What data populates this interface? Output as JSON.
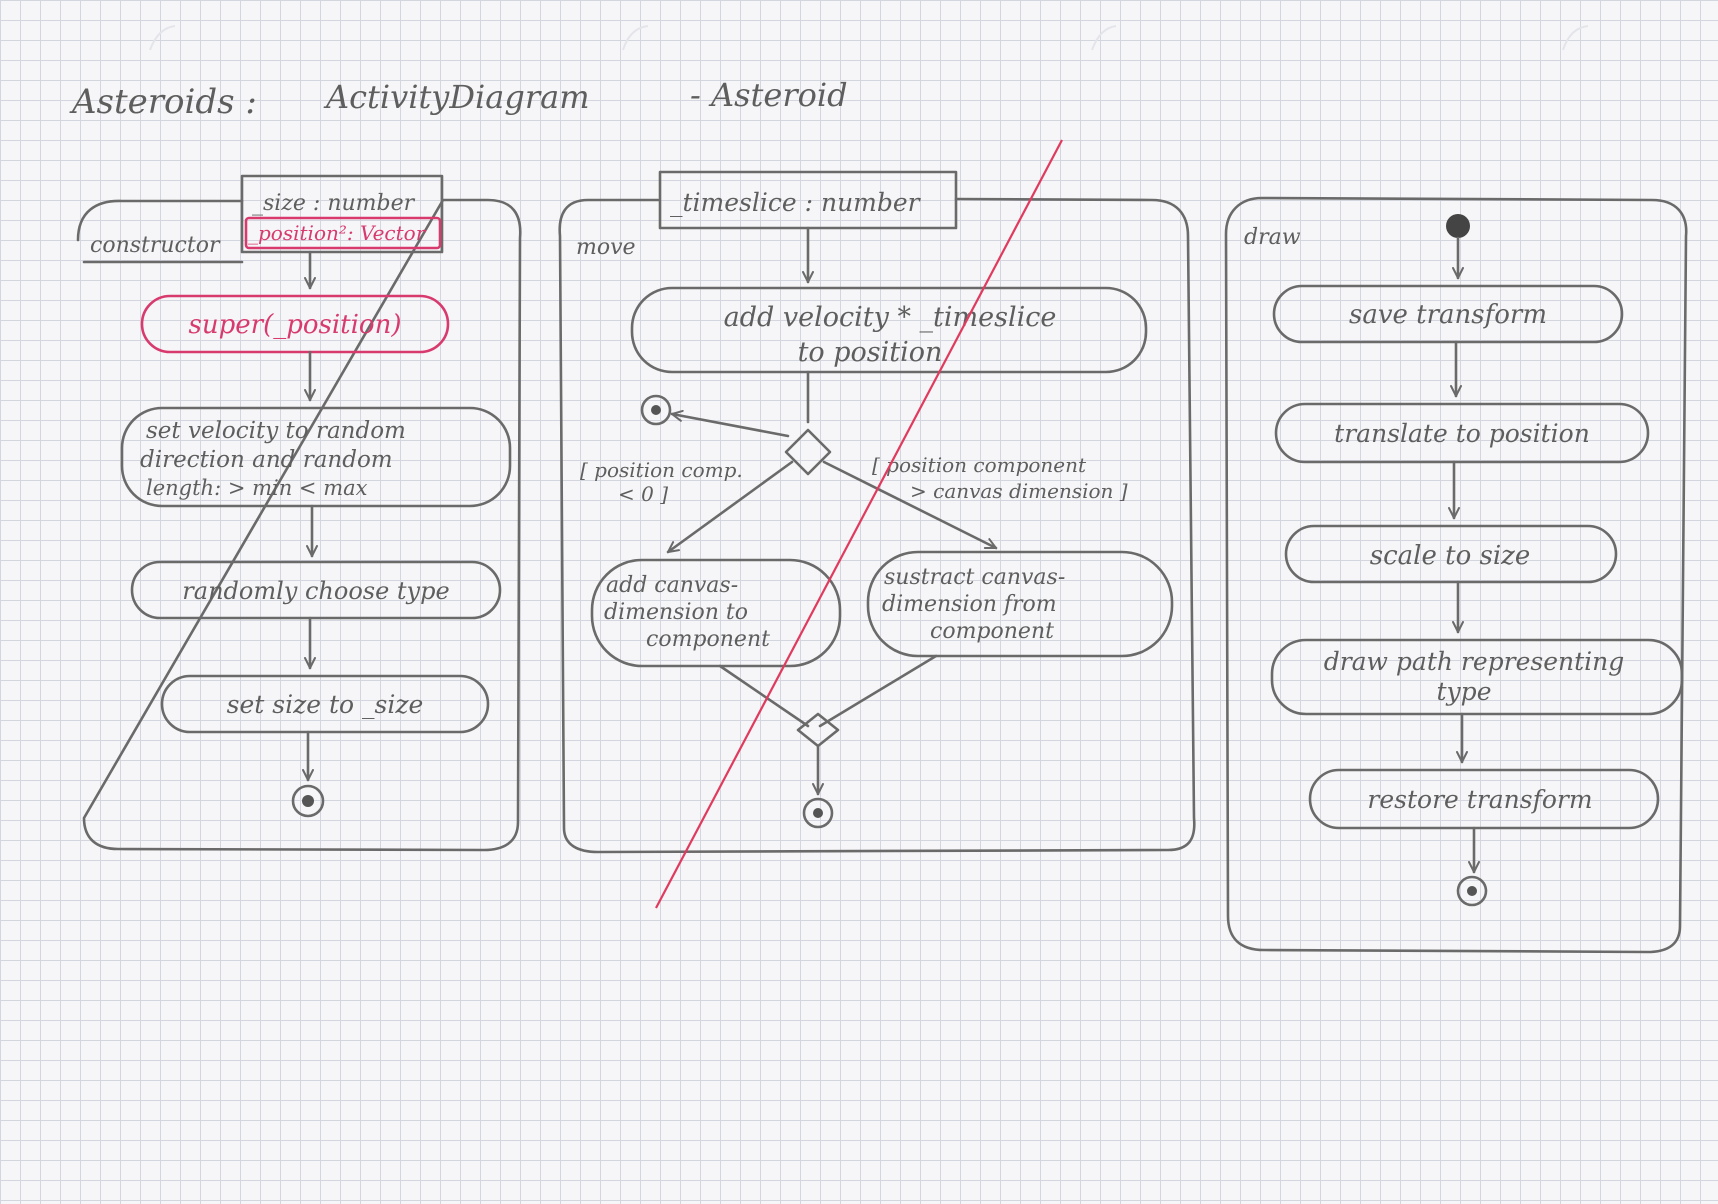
{
  "title": {
    "project": "Asteroids :",
    "diagram_type": "ActivityDiagram",
    "subject": "- Asteroid"
  },
  "constructor": {
    "name": "constructor",
    "params": [
      "_size : number",
      "_position²: Vector"
    ],
    "actions": [
      "super(_position)",
      [
        "set velocity to random",
        "direction and random",
        "length: > min    < max"
      ],
      "randomly choose type",
      "set size to _size"
    ]
  },
  "move": {
    "name": "move",
    "param": "_timeslice : number",
    "action1": [
      "add velocity * _timeslice",
      "to position"
    ],
    "guard_left": [
      "[ position comp.",
      "< 0 ]"
    ],
    "guard_right": [
      "[ position component",
      "> canvas dimension ]"
    ],
    "left_action": [
      "add canvas-",
      "dimension to",
      "component"
    ],
    "right_action": [
      "sustract canvas-",
      "dimension from",
      "component"
    ]
  },
  "draw": {
    "name": "draw",
    "actions": [
      "save transform",
      "translate to position",
      "scale to size",
      [
        "draw path representing",
        "type"
      ],
      "restore transform"
    ]
  },
  "colors": {
    "pencil": "#6a6a6a",
    "red_ink": "#d83a6e",
    "cross_out": "#e03a5e",
    "paper": "#f6f6f8",
    "grid": "#d4d6df"
  }
}
